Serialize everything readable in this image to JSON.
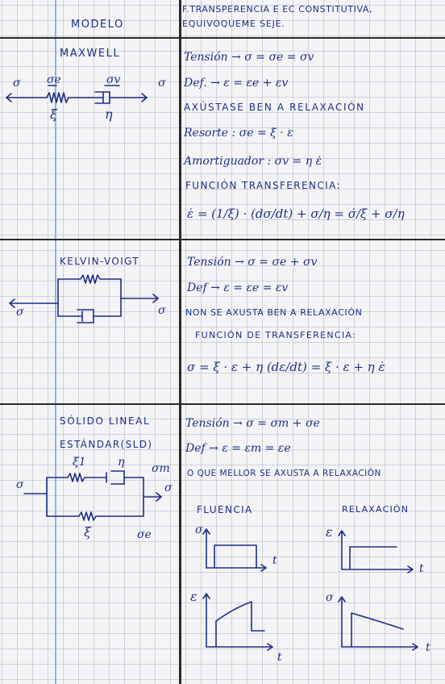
{
  "header": {
    "left_title": "MODELO",
    "right_line1": "F.TRANSPERENCIA E EC CONSTITUTIVA,",
    "right_line2": "EQUIVOQUEME SEJE."
  },
  "maxwell": {
    "title": "MAXWELL",
    "diagram_labels": [
      "σ",
      "σe",
      "σv",
      "σ",
      "ξ",
      "η"
    ],
    "lines": [
      "Tensión → σ = σe = σv",
      "Def. → ε = εe + εv",
      "AXÚSTASE BEN A RELAXACIÓN",
      "Resorte : σe = ξ · ε",
      "Amortiguador : σv = η ε̇",
      "FUNCIÓN TRANSFERENCIA:",
      "ε̇ = (1/ξ) · (dσ/dt) + σ/η = σ̇/ξ + σ/η"
    ]
  },
  "kelvin": {
    "title": "KELVIN-VOIGT",
    "diagram_labels": [
      "σ",
      "σ"
    ],
    "lines": [
      "Tensión → σ = σe + σv",
      "Def → ε = εe = εv",
      "NON SE AXUSTA BEN A RELAXACIÓN",
      "FUNCIÓN DE TRANSFERENCIA:",
      "σ = ξ · ε + η (dε/dt) = ξ · ε + η ε̇"
    ]
  },
  "sld": {
    "title_line1": "SÓLIDO LINEAL",
    "title_line2": "ESTÁNDAR(SLD)",
    "diagram_labels": [
      "ξ1",
      "η",
      "σm",
      "σ",
      "σ",
      "ξ",
      "σe"
    ],
    "lines": [
      "Tensión → σ = σm + σe",
      "Def → ε = εm = εe",
      "O QUE MELLOR SE AXUSTA A RELAXACIÓN"
    ],
    "fluencia_label": "FLUENCIA",
    "relaxacion_label": "RELAXACIÓN",
    "graph_axes": [
      "σ",
      "t",
      "ε",
      "t",
      "ε",
      "t",
      "σ",
      "t"
    ]
  }
}
